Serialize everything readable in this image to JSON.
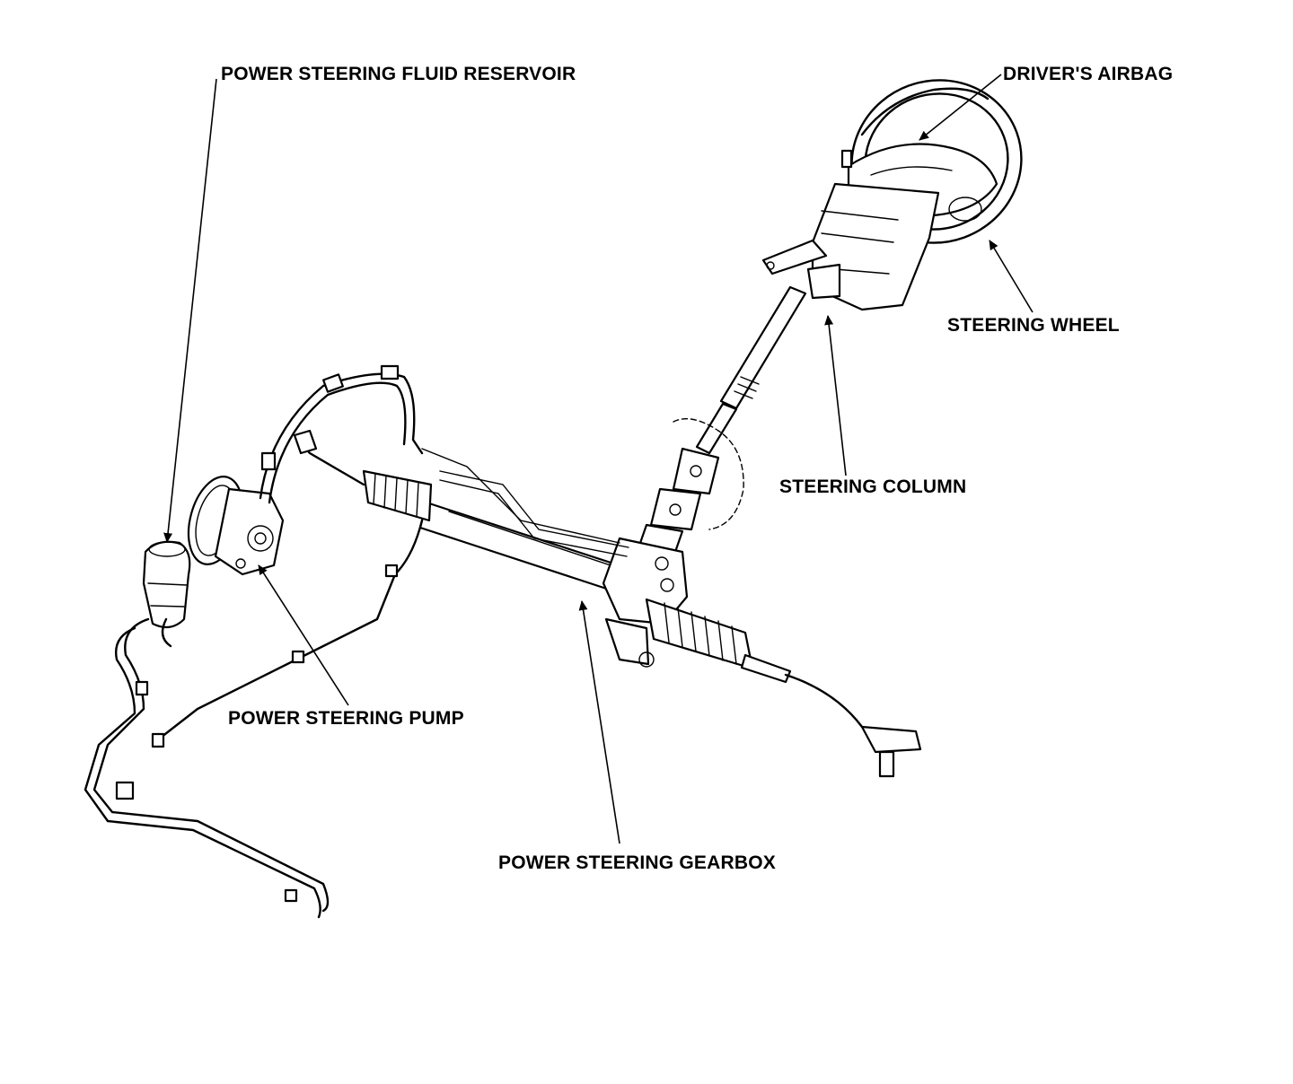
{
  "labels": {
    "reservoir": "POWER STEERING FLUID RESERVOIR",
    "airbag": "DRIVER'S AIRBAG",
    "wheel": "STEERING WHEEL",
    "column": "STEERING COLUMN",
    "pump": "POWER STEERING PUMP",
    "gearbox": "POWER STEERING GEARBOX"
  },
  "colors": {
    "line": "#000000",
    "background": "#ffffff"
  }
}
